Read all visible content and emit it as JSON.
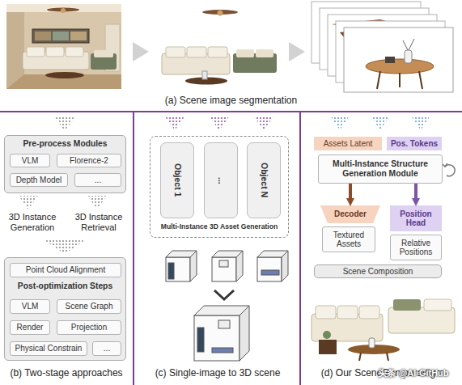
{
  "diagram": {
    "nodes": [
      {
        "text": [
          "Pre-process Modules"
        ]
      },
      {
        "text": [
          "VLM"
        ],
        "in": 0
      },
      {
        "text": [
          "Florence-2"
        ],
        "in": 0
      },
      {
        "text": [
          "Depth Model"
        ],
        "in": 0
      },
      {
        "text": [
          "..."
        ],
        "in": 0
      },
      {
        "text": [
          "Post-optimization Steps"
        ]
      },
      {
        "text": [
          "Point Cloud Alignment"
        ],
        "in": 5
      },
      {
        "text": [
          "VLM"
        ],
        "in": 5
      },
      {
        "text": [
          "Scene Graph"
        ],
        "in": 5
      },
      {
        "text": [
          "Render"
        ],
        "in": 5
      },
      {
        "text": [
          "Projection"
        ],
        "in": 5
      },
      {
        "text": [
          "Physical Constrain"
        ],
        "in": 5
      },
      {
        "text": [
          "..."
        ],
        "in": 5
      },
      {
        "text": [
          "Multi-Instance 3D Asset Generation"
        ]
      },
      {
        "text": [
          "Object 1"
        ],
        "in": 13
      },
      {
        "text": [
          "..."
        ],
        "in": 13
      },
      {
        "text": [
          "Object N"
        ],
        "in": 13
      },
      {
        "text": [
          "Assets Latent"
        ]
      },
      {
        "text": [
          "Pos. Tokens"
        ]
      },
      {
        "text": [
          "Multi-Instance Structure Generation Module"
        ]
      },
      {
        "text": [
          "Decoder"
        ]
      },
      {
        "text": [
          "Position Head"
        ]
      },
      {
        "text": [
          "Textured Assets"
        ]
      },
      {
        "text": [
          "Relative Positions"
        ]
      },
      {
        "text": [
          "Scene Composition"
        ]
      }
    ],
    "edges": [
      {
        "from": 19,
        "to": 20,
        "arrow": "to"
      },
      {
        "from": 19,
        "to": 21,
        "arrow": "to"
      }
    ],
    "labels": [
      "(a) Scene image segmentation",
      "3D Instance Generation",
      "3D Instance Retrieval",
      "(b) Two-stage approaches",
      "(c) Single-image to 3D scene",
      "(d) Our SceneGen paradigm",
      "头条 @AI-GitHub"
    ]
  }
}
